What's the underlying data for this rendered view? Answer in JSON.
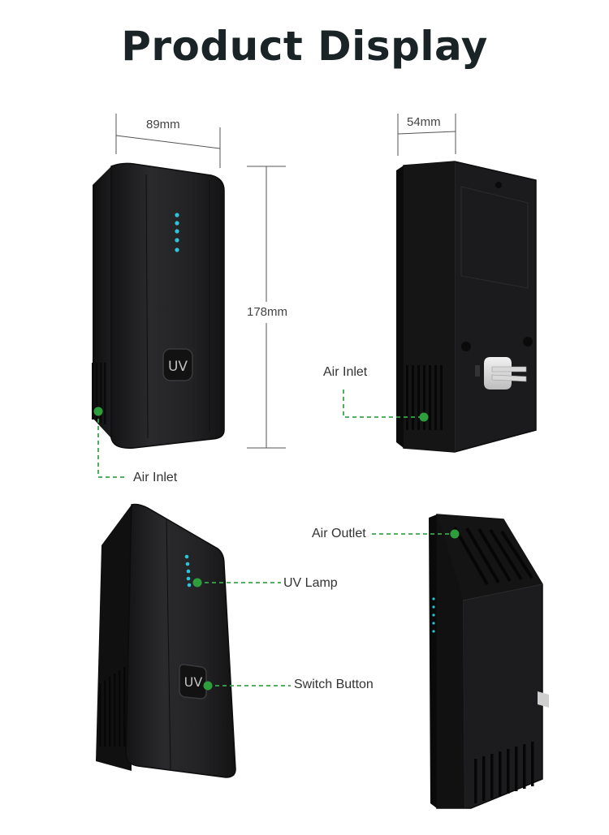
{
  "title": "Product Display",
  "dimensions": {
    "width": "89mm",
    "depth": "54mm",
    "height": "178mm"
  },
  "button_glyph": "UV",
  "callouts": {
    "air_inlet_front": "Air Inlet",
    "air_inlet_back": "Air Inlet",
    "air_outlet": "Air Outlet",
    "uv_lamp": "UV Lamp",
    "switch_button": "Switch Button"
  },
  "colors": {
    "body": "#1e1e20",
    "edge": "#0c0c0d",
    "led": "#2ec4d8",
    "callout_dot": "#2e9e3c",
    "callout_line": "#3aa64a",
    "title": "#1a2326"
  }
}
